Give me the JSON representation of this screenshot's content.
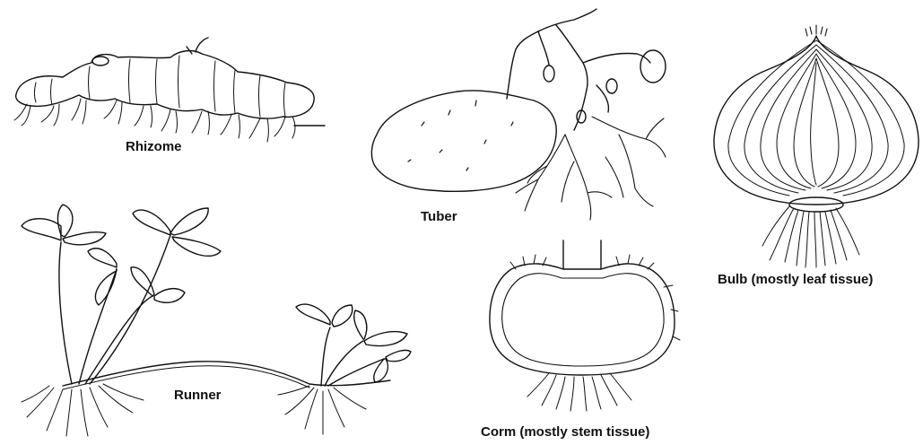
{
  "labels": {
    "rhizome": "Rhizome",
    "tuber": "Tuber",
    "runner": "Runner",
    "bulb": "Bulb (mostly leaf tissue)",
    "corm": "Corm (mostly stem tissue)"
  },
  "colors": {
    "ink": "#111111",
    "background": "#ffffff"
  }
}
